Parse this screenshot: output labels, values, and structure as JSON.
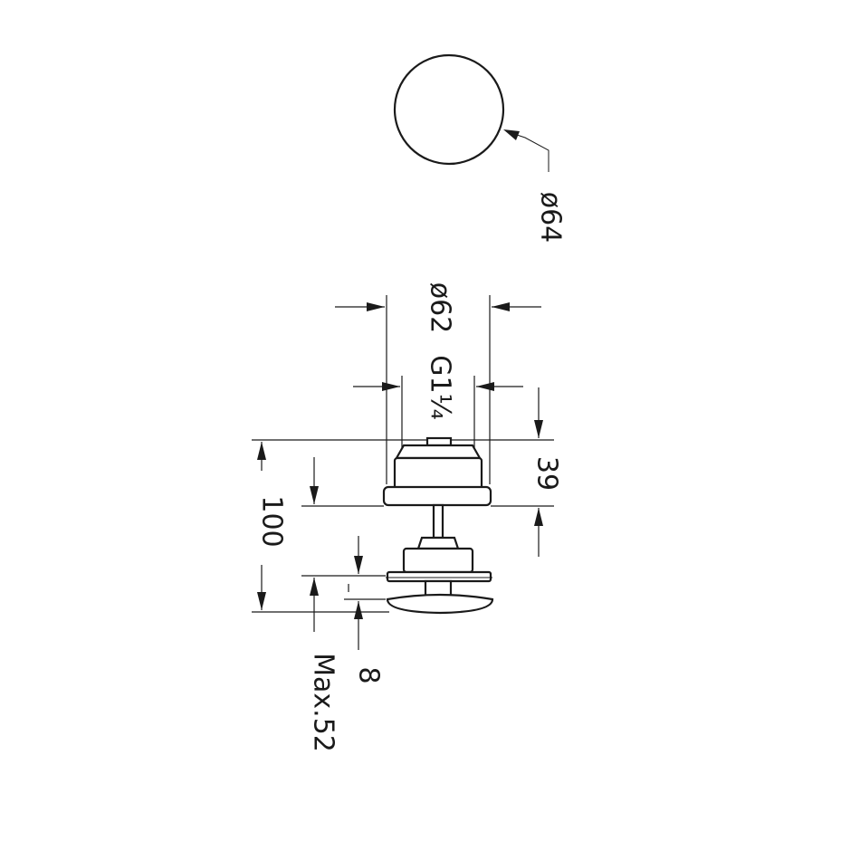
{
  "dimensions": {
    "cap_diameter": "ø64",
    "outer_diameter": "ø62",
    "thread": "G1¼",
    "body_height": "39",
    "total_height": "100",
    "stem_gap": "8",
    "max_depth": "Max.52"
  },
  "colors": {
    "line": "#1a1a1a",
    "background": "#ffffff"
  }
}
